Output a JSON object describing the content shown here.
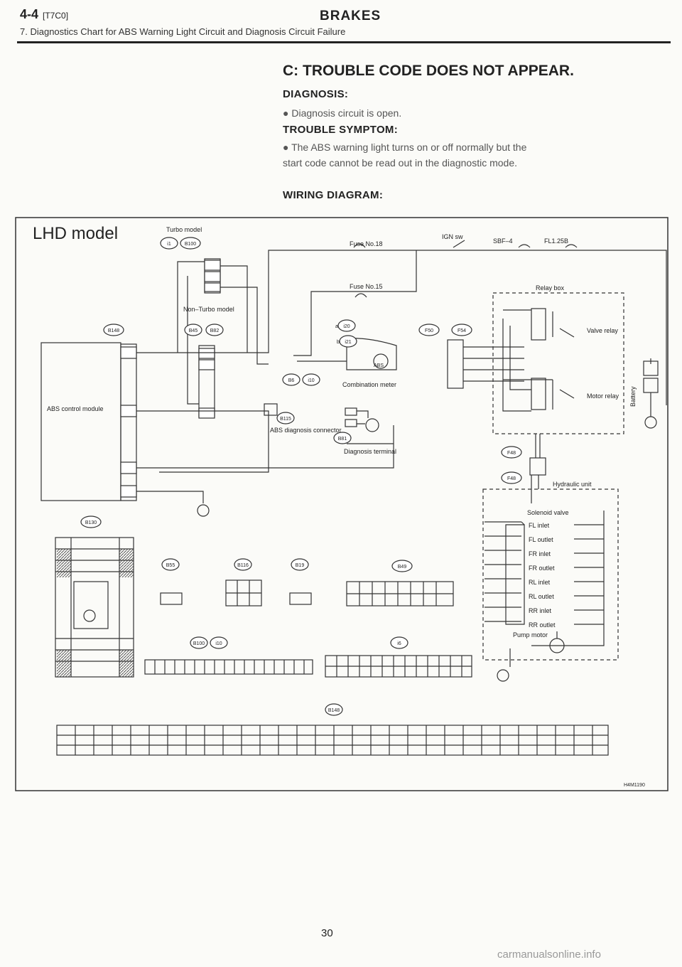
{
  "header": {
    "section_number": "4-4",
    "section_code": "[T7C0]",
    "title": "BRAKES",
    "subtitle": "7. Diagnostics Chart for ABS Warning Light Circuit and Diagnosis Circuit Failure"
  },
  "content": {
    "heading": "C: TROUBLE CODE DOES NOT APPEAR.",
    "diagnosis_label": "DIAGNOSIS:",
    "diagnosis_item": "Diagnosis circuit is open.",
    "symptom_label": "TROUBLE SYMPTOM:",
    "symptom_line1": "The ABS warning light turns on or off normally but the",
    "symptom_line2": "start code cannot be read out in the diagnostic mode.",
    "wiring_label": "WIRING DIAGRAM:"
  },
  "diagram": {
    "model": "LHD model",
    "turbo_model": "Turbo model",
    "non_turbo_model": "Non–Turbo model",
    "fuse_no18": "Fuse No.18",
    "fuse_no15": "Fuse No.15",
    "ign_sw": "IGN sw",
    "sbf": "SBF–4",
    "fl": "FL1.25B",
    "relay_box": "Relay box",
    "valve_relay": "Valve relay",
    "motor_relay": "Motor relay",
    "battery": "Battery",
    "abs_control_module": "ABS control module",
    "combination_meter": "Combination meter",
    "abs_lamp": "ABS",
    "abs_diag_connector": "ABS diagnosis connector",
    "diagnosis_terminal": "Diagnosis terminal",
    "hydraulic_unit": "Hydraulic unit",
    "solenoid_valve": "Solenoid valve",
    "pump_motor": "Pump motor",
    "valves": [
      "FL inlet",
      "FL outlet",
      "FR inlet",
      "FR outlet",
      "RL inlet",
      "RL outlet",
      "RR inlet",
      "RR outlet"
    ],
    "connectors": {
      "i1": "i1",
      "b100": "B100",
      "b148": "B148",
      "b45": "B45",
      "b82": "B82",
      "b115": "B115",
      "b6": "B6",
      "i10": "i10",
      "a": "a",
      "b": "b",
      "i20": "i20",
      "i21": "i21",
      "b81": "B81",
      "b116": "B116",
      "f50": "F50",
      "f54": "F54",
      "f48": "F48",
      "f48b": "F48",
      "b55": "B55",
      "b49": "B49",
      "b19": "B19",
      "b100b": "B100",
      "i6": "i6",
      "i10b": "i10",
      "b130": "B130"
    },
    "figure_code": "H4M1190"
  },
  "footer": {
    "page_number": "30",
    "watermark": "carmanualsonline.info"
  }
}
